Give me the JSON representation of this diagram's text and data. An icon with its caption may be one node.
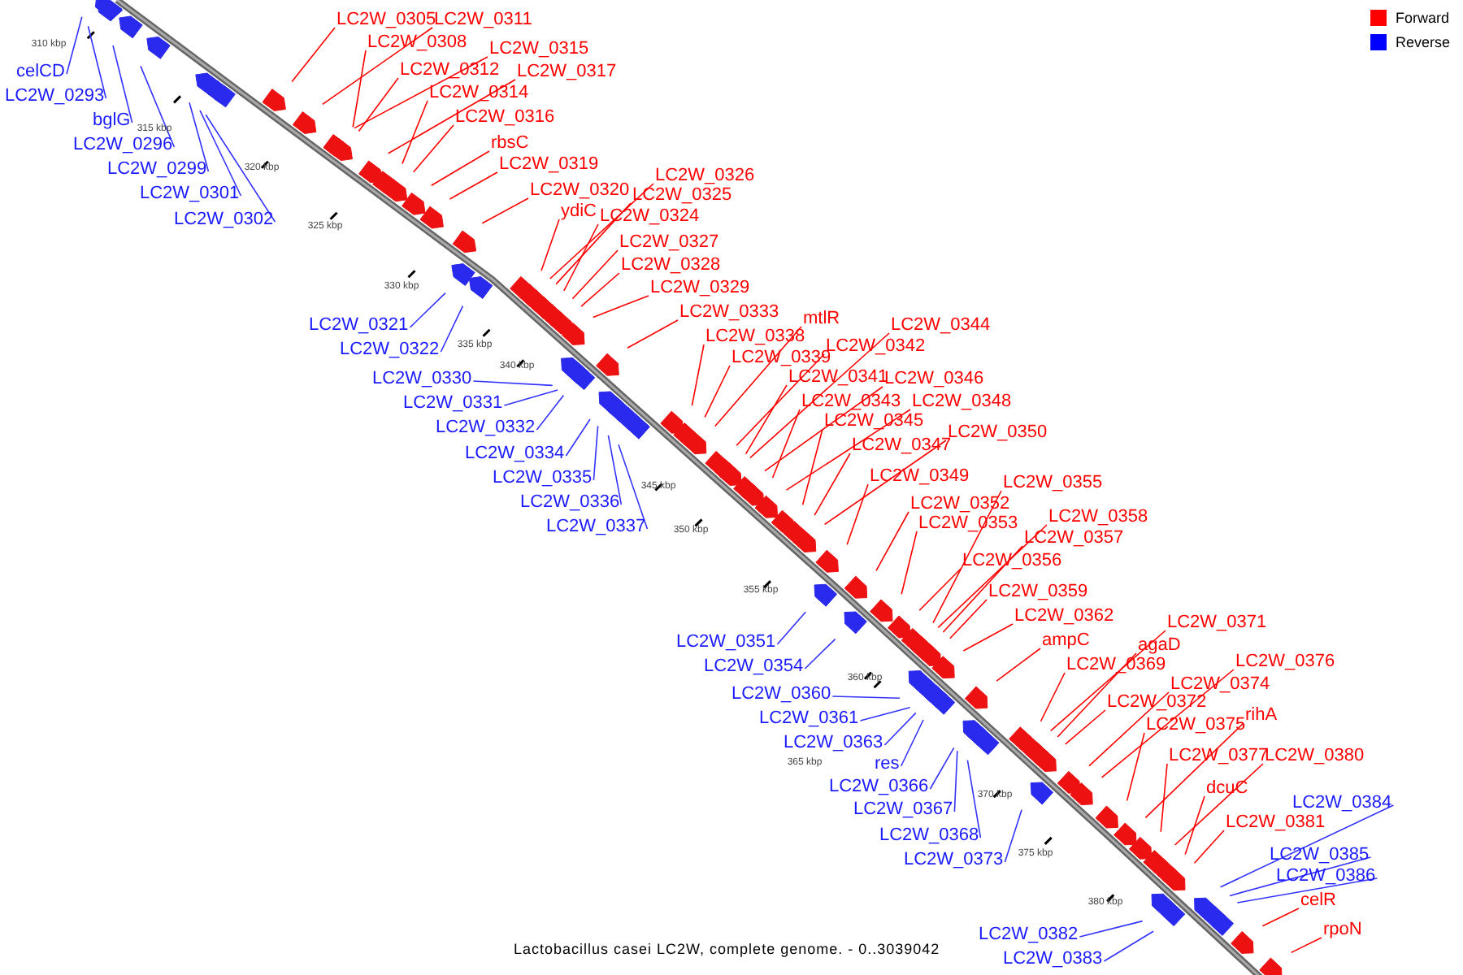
{
  "diagram": {
    "caption": "Lactobacillus casei LC2W, complete genome. - 0..3039042",
    "nodes": [
      {
        "text": [
          "LC2W_0305"
        ]
      },
      {
        "text": [
          "LC2W_0311"
        ]
      },
      {
        "text": [
          "LC2W_0308"
        ]
      },
      {
        "text": [
          "LC2W_0315"
        ]
      },
      {
        "text": [
          "LC2W_0312"
        ]
      },
      {
        "text": [
          "LC2W_0317"
        ]
      },
      {
        "text": [
          "celCD"
        ]
      },
      {
        "text": [
          "LC2W_0314"
        ]
      },
      {
        "text": [
          "LC2W_0293"
        ]
      },
      {
        "text": [
          "LC2W_0316"
        ]
      },
      {
        "text": [
          "bglG"
        ]
      },
      {
        "text": [
          "rbsC"
        ]
      },
      {
        "text": [
          "LC2W_0296"
        ]
      },
      {
        "text": [
          "LC2W_0319"
        ]
      },
      {
        "text": [
          "LC2W_0299"
        ]
      },
      {
        "text": [
          "LC2W_0326"
        ]
      },
      {
        "text": [
          "LC2W_0320"
        ]
      },
      {
        "text": [
          "LC2W_0301"
        ]
      },
      {
        "text": [
          "LC2W_0325"
        ]
      },
      {
        "text": [
          "ydiC"
        ]
      },
      {
        "text": [
          "LC2W_0324"
        ]
      },
      {
        "text": [
          "LC2W_0302"
        ]
      },
      {
        "text": [
          "LC2W_0327"
        ]
      },
      {
        "text": [
          "LC2W_0328"
        ]
      },
      {
        "text": [
          "LC2W_0329"
        ]
      },
      {
        "text": [
          "LC2W_0333"
        ]
      },
      {
        "text": [
          "mtlR"
        ]
      },
      {
        "text": [
          "LC2W_0321"
        ]
      },
      {
        "text": [
          "LC2W_0344"
        ]
      },
      {
        "text": [
          "LC2W_0338"
        ]
      },
      {
        "text": [
          "LC2W_0342"
        ]
      },
      {
        "text": [
          "LC2W_0322"
        ]
      },
      {
        "text": [
          "LC2W_0339"
        ]
      },
      {
        "text": [
          "LC2W_0341"
        ]
      },
      {
        "text": [
          "LC2W_0330"
        ]
      },
      {
        "text": [
          "LC2W_0346"
        ]
      },
      {
        "text": [
          "LC2W_0343"
        ]
      },
      {
        "text": [
          "LC2W_0348"
        ]
      },
      {
        "text": [
          "LC2W_0331"
        ]
      },
      {
        "text": [
          "LC2W_0345"
        ]
      },
      {
        "text": [
          "LC2W_0332"
        ]
      },
      {
        "text": [
          "LC2W_0350"
        ]
      },
      {
        "text": [
          "LC2W_0347"
        ]
      },
      {
        "text": [
          "LC2W_0334"
        ]
      },
      {
        "text": [
          "LC2W_0349"
        ]
      },
      {
        "text": [
          "LC2W_0335"
        ]
      },
      {
        "text": [
          "LC2W_0355"
        ]
      },
      {
        "text": [
          "LC2W_0336"
        ]
      },
      {
        "text": [
          "LC2W_0352"
        ]
      },
      {
        "text": [
          "LC2W_0358"
        ]
      },
      {
        "text": [
          "LC2W_0353"
        ]
      },
      {
        "text": [
          "LC2W_0337"
        ]
      },
      {
        "text": [
          "LC2W_0357"
        ]
      },
      {
        "text": [
          "LC2W_0356"
        ]
      },
      {
        "text": [
          "LC2W_0359"
        ]
      },
      {
        "text": [
          "LC2W_0362"
        ]
      },
      {
        "text": [
          "LC2W_0371"
        ]
      },
      {
        "text": [
          "ampC"
        ]
      },
      {
        "text": [
          "LC2W_0351"
        ]
      },
      {
        "text": [
          "agaD"
        ]
      },
      {
        "text": [
          "LC2W_0376"
        ]
      },
      {
        "text": [
          "LC2W_0369"
        ]
      },
      {
        "text": [
          "LC2W_0354"
        ]
      },
      {
        "text": [
          "LC2W_0374"
        ]
      },
      {
        "text": [
          "LC2W_0360"
        ]
      },
      {
        "text": [
          "LC2W_0372"
        ]
      },
      {
        "text": [
          "rihA"
        ]
      },
      {
        "text": [
          "LC2W_0361"
        ]
      },
      {
        "text": [
          "LC2W_0375"
        ]
      },
      {
        "text": [
          "LC2W_0363"
        ]
      },
      {
        "text": [
          "LC2W_0377"
        ]
      },
      {
        "text": [
          "LC2W_0380"
        ]
      },
      {
        "text": [
          "res"
        ]
      },
      {
        "text": [
          "LC2W_0366"
        ]
      },
      {
        "text": [
          "dcuC"
        ]
      },
      {
        "text": [
          "LC2W_0384"
        ]
      },
      {
        "text": [
          "LC2W_0367"
        ]
      },
      {
        "text": [
          "LC2W_0381"
        ]
      },
      {
        "text": [
          "LC2W_0368"
        ]
      },
      {
        "text": [
          "LC2W_0385"
        ]
      },
      {
        "text": [
          "LC2W_0373"
        ]
      },
      {
        "text": [
          "LC2W_0386"
        ]
      },
      {
        "text": [
          "celR"
        ]
      },
      {
        "text": [
          "rpoN"
        ]
      },
      {
        "text": [
          "LC2W_0382"
        ]
      },
      {
        "text": [
          "LC2W_0383"
        ]
      }
    ],
    "edges": [
      {
        "from": 0,
        "to": null,
        "arrow": "none"
      },
      {
        "from": 1,
        "to": null,
        "arrow": "none"
      },
      {
        "from": 2,
        "to": null,
        "arrow": "none"
      },
      {
        "from": 3,
        "to": null,
        "arrow": "none"
      },
      {
        "from": 4,
        "to": null,
        "arrow": "none"
      },
      {
        "from": 5,
        "to": null,
        "arrow": "none"
      },
      {
        "from": 6,
        "to": null,
        "arrow": "none",
        "color": "#3333ff"
      },
      {
        "from": 7,
        "to": null,
        "arrow": "none"
      },
      {
        "from": 8,
        "to": null,
        "arrow": "none",
        "color": "#3333ff"
      },
      {
        "from": 9,
        "to": null,
        "arrow": "none"
      },
      {
        "from": 10,
        "to": null,
        "arrow": "none",
        "color": "#3333ff"
      },
      {
        "from": 11,
        "to": null,
        "arrow": "none"
      },
      {
        "from": 12,
        "to": null,
        "arrow": "none",
        "color": "#3333ff"
      },
      {
        "from": 13,
        "to": null,
        "arrow": "none"
      },
      {
        "from": 14,
        "to": null,
        "arrow": "none",
        "color": "#3333ff"
      },
      {
        "from": 15,
        "to": null,
        "arrow": "none"
      },
      {
        "from": 16,
        "to": null,
        "arrow": "none"
      },
      {
        "from": 17,
        "to": null,
        "arrow": "none",
        "color": "#3333ff"
      },
      {
        "from": 18,
        "to": null,
        "arrow": "none"
      },
      {
        "from": 19,
        "to": null,
        "arrow": "none"
      },
      {
        "from": 20,
        "to": null,
        "arrow": "none"
      },
      {
        "from": 21,
        "to": null,
        "arrow": "none",
        "color": "#3333ff"
      },
      {
        "from": 22,
        "to": null,
        "arrow": "none"
      },
      {
        "from": 23,
        "to": null,
        "arrow": "none"
      },
      {
        "from": 24,
        "to": null,
        "arrow": "none"
      },
      {
        "from": 25,
        "to": null,
        "arrow": "none"
      },
      {
        "from": 26,
        "to": null,
        "arrow": "none"
      },
      {
        "from": 27,
        "to": null,
        "arrow": "none",
        "color": "#3333ff"
      },
      {
        "from": 28,
        "to": null,
        "arrow": "none"
      },
      {
        "from": 29,
        "to": null,
        "arrow": "none"
      },
      {
        "from": 30,
        "to": null,
        "arrow": "none"
      },
      {
        "from": 31,
        "to": null,
        "arrow": "none",
        "color": "#3333ff"
      },
      {
        "from": 32,
        "to": null,
        "arrow": "none"
      },
      {
        "from": 33,
        "to": null,
        "arrow": "none"
      },
      {
        "from": 34,
        "to": null,
        "arrow": "none",
        "color": "#3333ff"
      },
      {
        "from": 35,
        "to": null,
        "arrow": "none"
      },
      {
        "from": 36,
        "to": null,
        "arrow": "none"
      },
      {
        "from": 37,
        "to": null,
        "arrow": "none"
      },
      {
        "from": 38,
        "to": null,
        "arrow": "none",
        "color": "#3333ff"
      },
      {
        "from": 39,
        "to": null,
        "arrow": "none"
      },
      {
        "from": 40,
        "to": null,
        "arrow": "none",
        "color": "#3333ff"
      },
      {
        "from": 41,
        "to": null,
        "arrow": "none"
      },
      {
        "from": 42,
        "to": null,
        "arrow": "none"
      },
      {
        "from": 43,
        "to": null,
        "arrow": "none",
        "color": "#3333ff"
      },
      {
        "from": 44,
        "to": null,
        "arrow": "none"
      },
      {
        "from": 45,
        "to": null,
        "arrow": "none",
        "color": "#3333ff"
      },
      {
        "from": 46,
        "to": null,
        "arrow": "none"
      },
      {
        "from": 47,
        "to": null,
        "arrow": "none",
        "color": "#3333ff"
      },
      {
        "from": 48,
        "to": null,
        "arrow": "none"
      },
      {
        "from": 49,
        "to": null,
        "arrow": "none"
      },
      {
        "from": 50,
        "to": null,
        "arrow": "none"
      },
      {
        "from": 51,
        "to": null,
        "arrow": "none",
        "color": "#3333ff"
      },
      {
        "from": 52,
        "to": null,
        "arrow": "none"
      },
      {
        "from": 53,
        "to": null,
        "arrow": "none"
      },
      {
        "from": 54,
        "to": null,
        "arrow": "none"
      },
      {
        "from": 55,
        "to": null,
        "arrow": "none"
      },
      {
        "from": 56,
        "to": null,
        "arrow": "none"
      },
      {
        "from": 57,
        "to": null,
        "arrow": "none"
      },
      {
        "from": 58,
        "to": null,
        "arrow": "none",
        "color": "#3333ff"
      },
      {
        "from": 59,
        "to": null,
        "arrow": "none"
      },
      {
        "from": 60,
        "to": null,
        "arrow": "none"
      },
      {
        "from": 61,
        "to": null,
        "arrow": "none"
      },
      {
        "from": 62,
        "to": null,
        "arrow": "none",
        "color": "#3333ff"
      },
      {
        "from": 63,
        "to": null,
        "arrow": "none"
      },
      {
        "from": 64,
        "to": null,
        "arrow": "none",
        "color": "#3333ff"
      },
      {
        "from": 65,
        "to": null,
        "arrow": "none"
      },
      {
        "from": 66,
        "to": null,
        "arrow": "none"
      },
      {
        "from": 67,
        "to": null,
        "arrow": "none",
        "color": "#3333ff"
      },
      {
        "from": 68,
        "to": null,
        "arrow": "none"
      },
      {
        "from": 69,
        "to": null,
        "arrow": "none",
        "color": "#3333ff"
      },
      {
        "from": 70,
        "to": null,
        "arrow": "none"
      },
      {
        "from": 71,
        "to": null,
        "arrow": "none"
      },
      {
        "from": 72,
        "to": null,
        "arrow": "none",
        "color": "#3333ff"
      },
      {
        "from": 73,
        "to": null,
        "arrow": "none",
        "color": "#3333ff"
      },
      {
        "from": 74,
        "to": null,
        "arrow": "none"
      },
      {
        "from": 75,
        "to": null,
        "arrow": "none",
        "color": "#3333ff"
      },
      {
        "from": 76,
        "to": null,
        "arrow": "none",
        "color": "#3333ff"
      },
      {
        "from": 77,
        "to": null,
        "arrow": "none"
      },
      {
        "from": 78,
        "to": null,
        "arrow": "none",
        "color": "#3333ff"
      },
      {
        "from": 79,
        "to": null,
        "arrow": "none",
        "color": "#3333ff"
      },
      {
        "from": 80,
        "to": null,
        "arrow": "none",
        "color": "#3333ff"
      },
      {
        "from": 81,
        "to": null,
        "arrow": "none",
        "color": "#3333ff"
      },
      {
        "from": 82,
        "to": null,
        "arrow": "none"
      },
      {
        "from": 83,
        "to": null,
        "arrow": "none"
      },
      {
        "from": 84,
        "to": null,
        "arrow": "none",
        "color": "#3333ff"
      },
      {
        "from": 85,
        "to": null,
        "arrow": "none",
        "color": "#3333ff"
      }
    ],
    "labels": [
      "310 kbp",
      "315 kbp",
      "320 kbp",
      "325 kbp",
      "330 kbp",
      "335 kbp",
      "340 kbp",
      "345 kbp",
      "350 kbp",
      "355 kbp",
      "360 kbp",
      "365 kbp",
      "370 kbp",
      "375 kbp",
      "380 kbp"
    ],
    "legend": [
      {
        "text": "Forward",
        "color": "#ff0000"
      },
      {
        "text": "Reverse",
        "color": "#0000ff"
      }
    ]
  }
}
